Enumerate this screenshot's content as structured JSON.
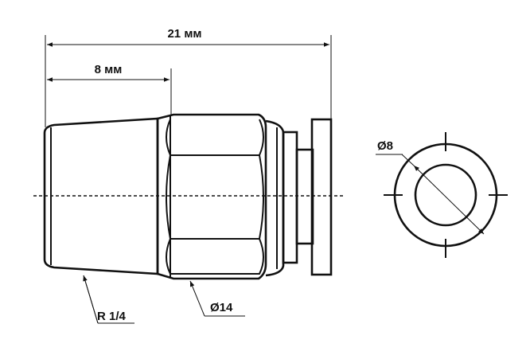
{
  "dimensions": {
    "overall_length": "21 мм",
    "thread_length": "8 мм",
    "thread": "R 1/4",
    "hex_diameter": "Ø14",
    "tube_diameter": "Ø8"
  },
  "colors": {
    "line": "#111111",
    "background": "#ffffff"
  }
}
